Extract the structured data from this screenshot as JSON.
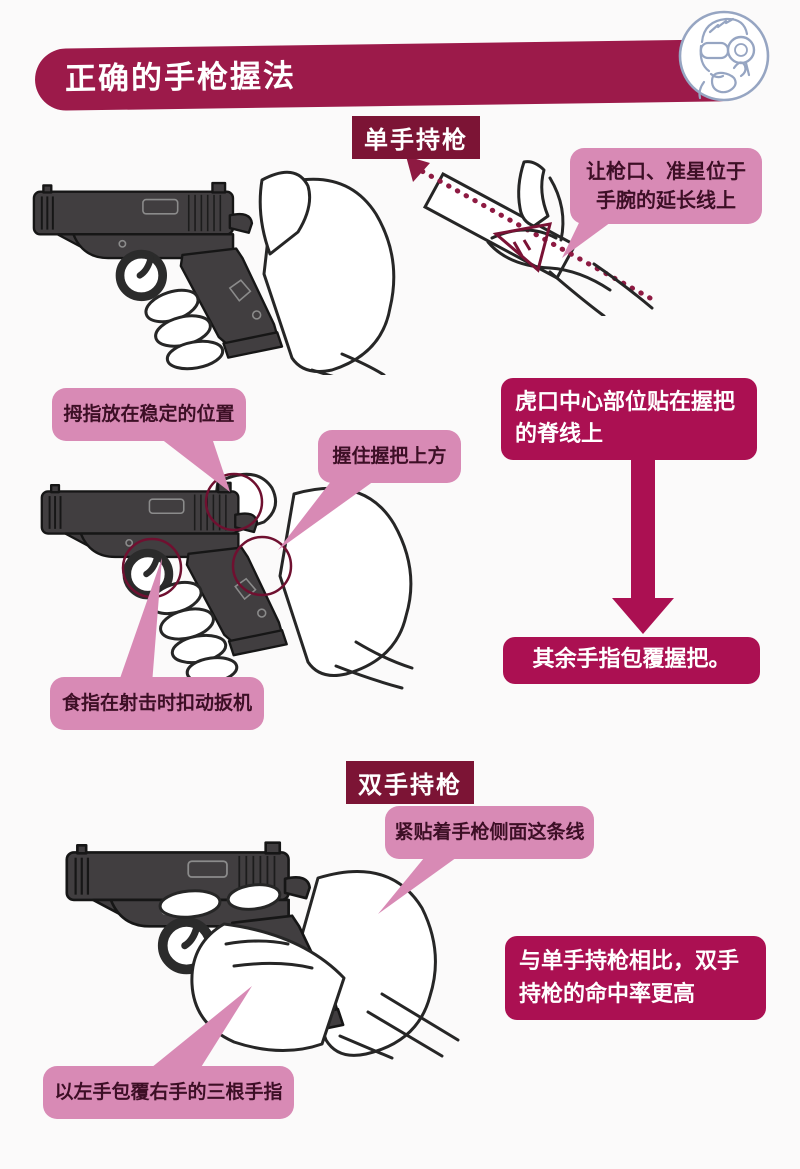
{
  "header": {
    "title": "正确的手枪握法"
  },
  "mascot": {
    "icon": "shooter-safety-thumbs-up-icon"
  },
  "one_handed": {
    "label": "单手持枪",
    "callout_muzzle": "让枪口、准星位于\n手腕的延长线上",
    "callout_thumb": "拇指放在稳定的位置",
    "callout_grip_top": "握住握把上方",
    "callout_trigger": "食指在射击时扣动扳机",
    "note_web": "虎口中心部位贴在握把\n的脊线上",
    "note_fingers": "其余手指包覆握把。"
  },
  "two_handed": {
    "label": "双手持枪",
    "callout_side_line": "紧贴着手枪侧面这条线",
    "note_accuracy": "与单手持枪相比，双手\n持枪的命中率更高",
    "callout_left_hand": "以左手包覆右手的三根手指"
  },
  "colors": {
    "banner_maroon": "#9c1a4a",
    "label_maroon": "#7c1435",
    "note_crimson": "#ab1052",
    "bubble_pink": "#d88ab5",
    "bubble_text": "#3d0f26",
    "highlight_circle": "#6f1030",
    "dotted_line": "#8e1a42",
    "pistol_body": "#413e40"
  }
}
